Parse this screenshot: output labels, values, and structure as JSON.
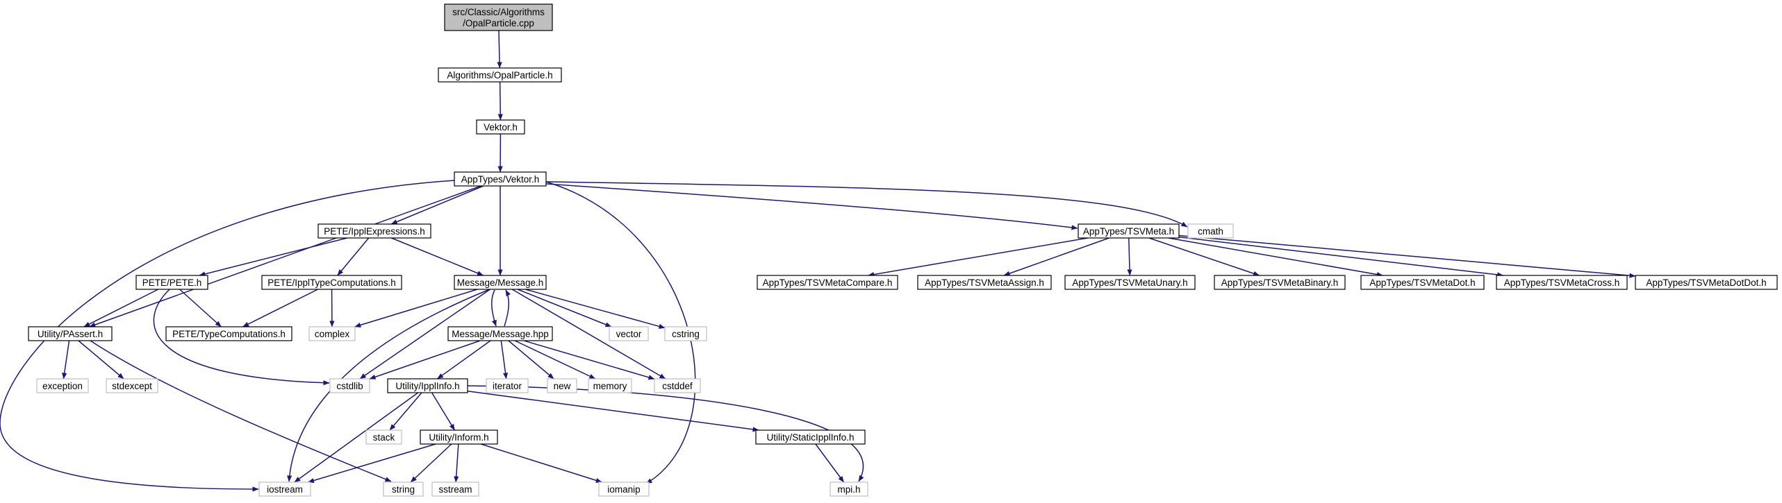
{
  "colors": {
    "edge": "#191970",
    "node_border": "#000000",
    "missing_border": "#bfbfbf",
    "root_fill": "#bfbfbf",
    "node_fill": "#ffffff"
  },
  "nodes": {
    "root": {
      "lines": [
        "src/Classic/Algorithms",
        "/OpalParticle.cpp"
      ],
      "kind": "root"
    },
    "algorithms_opalparticle_h": {
      "lines": [
        "Algorithms/OpalParticle.h"
      ],
      "kind": "file"
    },
    "vektor_h": {
      "lines": [
        "Vektor.h"
      ],
      "kind": "file"
    },
    "apptypes_vektor_h": {
      "lines": [
        "AppTypes/Vektor.h"
      ],
      "kind": "file"
    },
    "pete_ipplexpressions_h": {
      "lines": [
        "PETE/IpplExpressions.h"
      ],
      "kind": "file"
    },
    "apptypes_tsvmeta_h": {
      "lines": [
        "AppTypes/TSVMeta.h"
      ],
      "kind": "file"
    },
    "cmath": {
      "lines": [
        "cmath"
      ],
      "kind": "missing"
    },
    "pete_pete_h": {
      "lines": [
        "PETE/PETE.h"
      ],
      "kind": "file"
    },
    "pete_ippltypecomputations_h": {
      "lines": [
        "PETE/IpplTypeComputations.h"
      ],
      "kind": "file"
    },
    "message_message_h": {
      "lines": [
        "Message/Message.h"
      ],
      "kind": "file"
    },
    "apptypes_tsvmetacompare_h": {
      "lines": [
        "AppTypes/TSVMetaCompare.h"
      ],
      "kind": "file"
    },
    "apptypes_tsvmetaassign_h": {
      "lines": [
        "AppTypes/TSVMetaAssign.h"
      ],
      "kind": "file"
    },
    "apptypes_tsvmetaunary_h": {
      "lines": [
        "AppTypes/TSVMetaUnary.h"
      ],
      "kind": "file"
    },
    "apptypes_tsvmetabinary_h": {
      "lines": [
        "AppTypes/TSVMetaBinary.h"
      ],
      "kind": "file"
    },
    "apptypes_tsvmetadot_h": {
      "lines": [
        "AppTypes/TSVMetaDot.h"
      ],
      "kind": "file"
    },
    "apptypes_tsvmetacross_h": {
      "lines": [
        "AppTypes/TSVMetaCross.h"
      ],
      "kind": "file"
    },
    "apptypes_tsvmetadotdot_h": {
      "lines": [
        "AppTypes/TSVMetaDotDot.h"
      ],
      "kind": "file"
    },
    "utility_passert_h": {
      "lines": [
        "Utility/PAssert.h"
      ],
      "kind": "file"
    },
    "pete_typecomputations_h": {
      "lines": [
        "PETE/TypeComputations.h"
      ],
      "kind": "file"
    },
    "complex": {
      "lines": [
        "complex"
      ],
      "kind": "missing"
    },
    "message_message_hpp": {
      "lines": [
        "Message/Message.hpp"
      ],
      "kind": "file"
    },
    "vector": {
      "lines": [
        "vector"
      ],
      "kind": "missing"
    },
    "cstring": {
      "lines": [
        "cstring"
      ],
      "kind": "missing"
    },
    "exception": {
      "lines": [
        "exception"
      ],
      "kind": "missing"
    },
    "stdexcept": {
      "lines": [
        "stdexcept"
      ],
      "kind": "missing"
    },
    "cstdlib": {
      "lines": [
        "cstdlib"
      ],
      "kind": "missing"
    },
    "utility_ipplinfo_h": {
      "lines": [
        "Utility/IpplInfo.h"
      ],
      "kind": "file"
    },
    "iterator": {
      "lines": [
        "iterator"
      ],
      "kind": "missing"
    },
    "new": {
      "lines": [
        "new"
      ],
      "kind": "missing"
    },
    "memory": {
      "lines": [
        "memory"
      ],
      "kind": "missing"
    },
    "cstddef": {
      "lines": [
        "cstddef"
      ],
      "kind": "missing"
    },
    "stack": {
      "lines": [
        "stack"
      ],
      "kind": "missing"
    },
    "utility_inform_h": {
      "lines": [
        "Utility/Inform.h"
      ],
      "kind": "file"
    },
    "utility_staticipplinfo_h": {
      "lines": [
        "Utility/StaticIpplInfo.h"
      ],
      "kind": "file"
    },
    "iostream": {
      "lines": [
        "iostream"
      ],
      "kind": "missing"
    },
    "string": {
      "lines": [
        "string"
      ],
      "kind": "missing"
    },
    "sstream": {
      "lines": [
        "sstream"
      ],
      "kind": "missing"
    },
    "iomanip": {
      "lines": [
        "iomanip"
      ],
      "kind": "missing"
    },
    "mpi_h": {
      "lines": [
        "mpi.h"
      ],
      "kind": "missing"
    }
  },
  "edges": [
    [
      "root",
      "algorithms_opalparticle_h"
    ],
    [
      "algorithms_opalparticle_h",
      "vektor_h"
    ],
    [
      "vektor_h",
      "apptypes_vektor_h"
    ],
    [
      "apptypes_vektor_h",
      "pete_ipplexpressions_h"
    ],
    [
      "apptypes_vektor_h",
      "message_message_h"
    ],
    [
      "apptypes_vektor_h",
      "apptypes_tsvmeta_h"
    ],
    [
      "apptypes_vektor_h",
      "cmath"
    ],
    [
      "apptypes_vektor_h",
      "utility_passert_h"
    ],
    [
      "apptypes_vektor_h",
      "iostream"
    ],
    [
      "apptypes_vektor_h",
      "iomanip"
    ],
    [
      "pete_ipplexpressions_h",
      "pete_pete_h"
    ],
    [
      "pete_ipplexpressions_h",
      "pete_ippltypecomputations_h"
    ],
    [
      "pete_ipplexpressions_h",
      "message_message_h"
    ],
    [
      "pete_pete_h",
      "utility_passert_h"
    ],
    [
      "pete_pete_h",
      "pete_typecomputations_h"
    ],
    [
      "pete_pete_h",
      "cstdlib"
    ],
    [
      "pete_ippltypecomputations_h",
      "pete_typecomputations_h"
    ],
    [
      "pete_ippltypecomputations_h",
      "complex"
    ],
    [
      "message_message_h",
      "message_message_hpp"
    ],
    [
      "message_message_h",
      "complex"
    ],
    [
      "message_message_h",
      "vector"
    ],
    [
      "message_message_h",
      "cstring"
    ],
    [
      "message_message_h",
      "cstdlib"
    ],
    [
      "message_message_h",
      "cstddef"
    ],
    [
      "message_message_h",
      "iostream"
    ],
    [
      "message_message_hpp",
      "message_message_h"
    ],
    [
      "message_message_hpp",
      "cstdlib"
    ],
    [
      "message_message_hpp",
      "utility_ipplinfo_h"
    ],
    [
      "message_message_hpp",
      "iterator"
    ],
    [
      "message_message_hpp",
      "new"
    ],
    [
      "message_message_hpp",
      "memory"
    ],
    [
      "message_message_hpp",
      "cstddef"
    ],
    [
      "utility_passert_h",
      "exception"
    ],
    [
      "utility_passert_h",
      "stdexcept"
    ],
    [
      "utility_passert_h",
      "string"
    ],
    [
      "utility_ipplinfo_h",
      "iostream"
    ],
    [
      "utility_ipplinfo_h",
      "stack"
    ],
    [
      "utility_ipplinfo_h",
      "utility_inform_h"
    ],
    [
      "utility_ipplinfo_h",
      "utility_staticipplinfo_h"
    ],
    [
      "utility_ipplinfo_h",
      "mpi_h"
    ],
    [
      "utility_inform_h",
      "iostream"
    ],
    [
      "utility_inform_h",
      "string"
    ],
    [
      "utility_inform_h",
      "sstream"
    ],
    [
      "utility_inform_h",
      "iomanip"
    ],
    [
      "utility_staticipplinfo_h",
      "mpi_h"
    ],
    [
      "apptypes_tsvmeta_h",
      "apptypes_tsvmetacompare_h"
    ],
    [
      "apptypes_tsvmeta_h",
      "apptypes_tsvmetaassign_h"
    ],
    [
      "apptypes_tsvmeta_h",
      "apptypes_tsvmetaunary_h"
    ],
    [
      "apptypes_tsvmeta_h",
      "apptypes_tsvmetabinary_h"
    ],
    [
      "apptypes_tsvmeta_h",
      "apptypes_tsvmetadot_h"
    ],
    [
      "apptypes_tsvmeta_h",
      "apptypes_tsvmetacross_h"
    ],
    [
      "apptypes_tsvmeta_h",
      "apptypes_tsvmetadotdot_h"
    ]
  ]
}
